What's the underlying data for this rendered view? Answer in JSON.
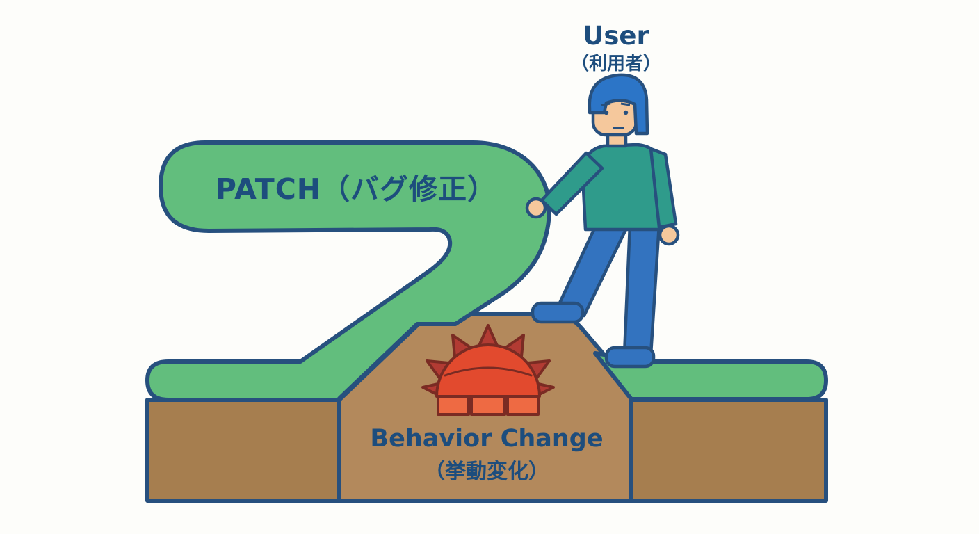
{
  "scene": {
    "background": "#fdfdfa",
    "labels": {
      "user_title": "User",
      "user_subtitle": "（利用者）",
      "patch_label": "PATCH（バグ修正）",
      "behavior_line1": "Behavior Change",
      "behavior_line2": "（挙動変化）"
    },
    "figures": {
      "mine": "spike-mine-buried-in-ground",
      "person": "user-walking-over-mound",
      "patch": "green-patch-bandage-layer"
    },
    "colors": {
      "outline": "#27507e",
      "text": "#1d4d7d",
      "patch_green": "#62be7d",
      "ground_brown": "#a67e4f",
      "mound_brown": "#b3895c",
      "mine_red": "#e24a2e",
      "mine_spike_red": "#b23b33",
      "mine_brick_orange": "#ee6a43",
      "mine_outline": "#7a2b23",
      "skin": "#f5c89c",
      "shirt_teal": "#2f9b8b",
      "pants_blue": "#3373bf",
      "hair_blue": "#2c75c7"
    }
  }
}
